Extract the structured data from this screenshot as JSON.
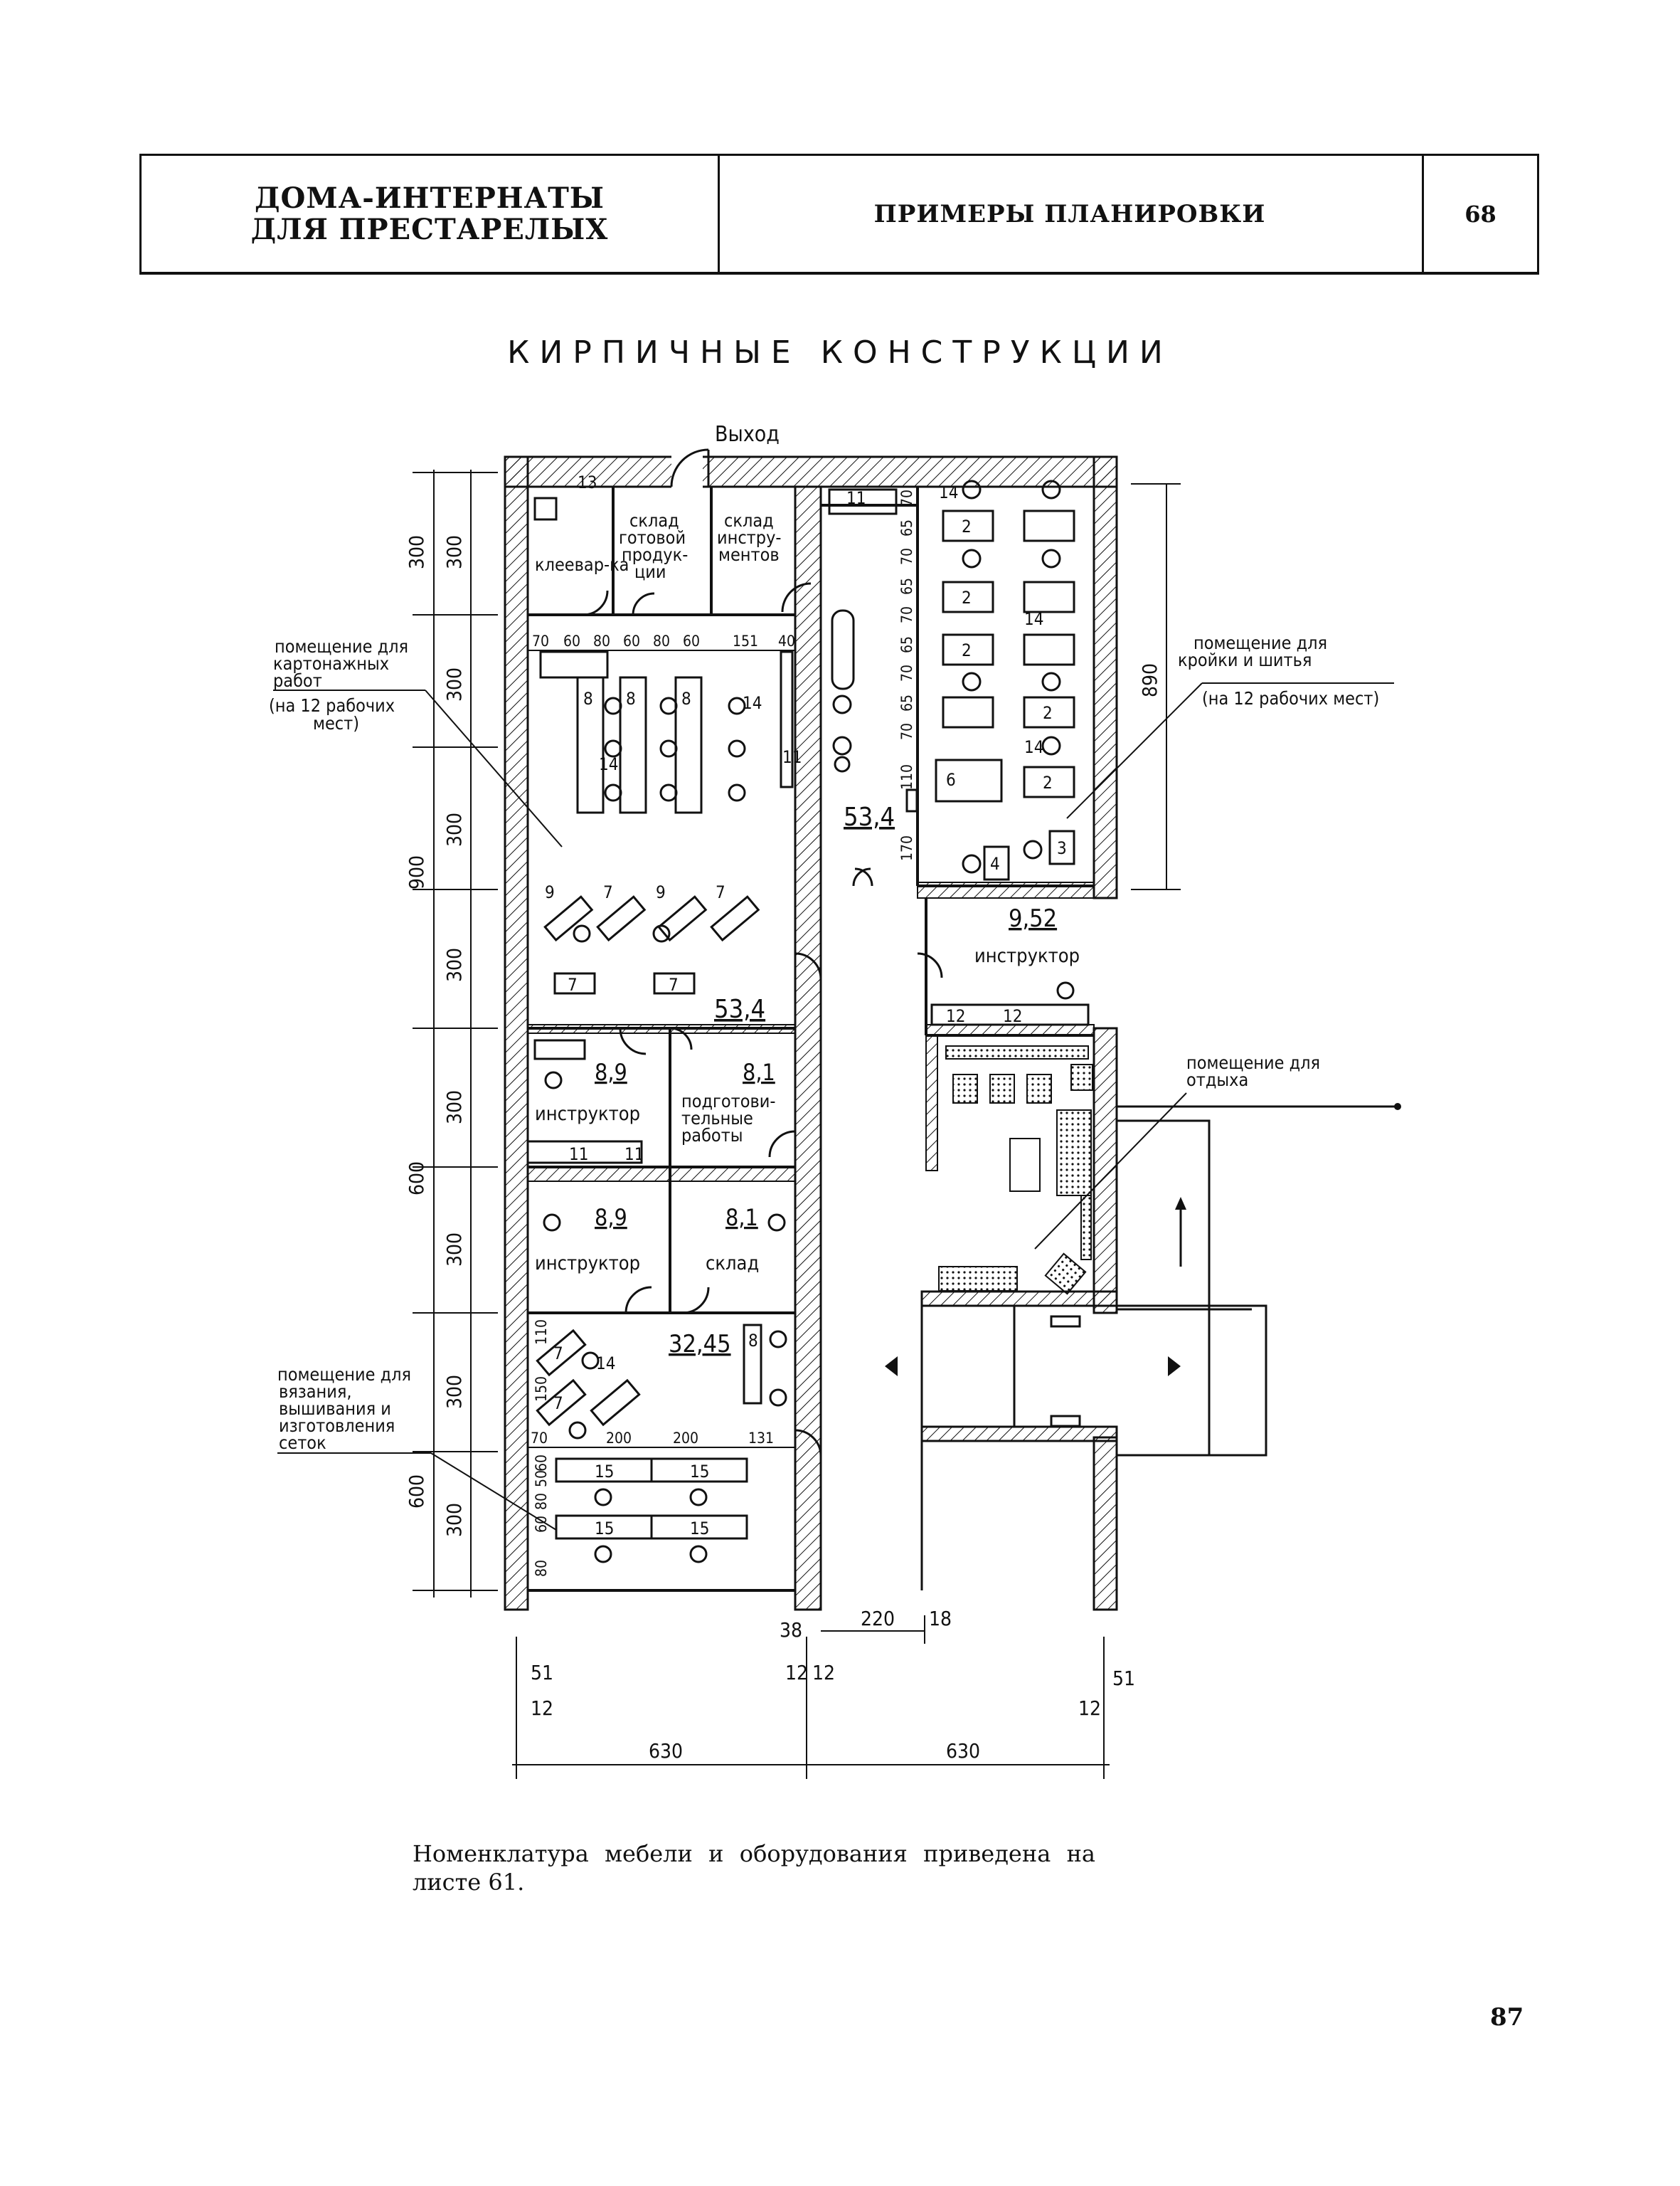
{
  "header": {
    "series_title_line1": "ДОМА-ИНТЕРНАТЫ",
    "series_title_line2": "ДЛЯ ПРЕСТАРЕЛЫХ",
    "section_title": "ПРИМЕРЫ ПЛАНИРОВКИ",
    "sheet_number": "68"
  },
  "plan_title": "КИРПИЧНЫЕ КОНСТРУКЦИИ",
  "exit_label": "Выход",
  "rooms": {
    "klevarka": "клеевар-ка",
    "sklad_gotovoy_1": "склад",
    "sklad_gotovoy_2": "готовой",
    "sklad_gotovoy_3": "продук-",
    "sklad_gotovoy_4": "ции",
    "sklad_instr_1": "склад",
    "sklad_instr_2": "инстру-",
    "sklad_instr_3": "ментов",
    "kartonazh_area": "53,4",
    "corridor_area": "53,4",
    "instr_top_right_area": "9,52",
    "instr_top_right_label": "инструктор",
    "instr_left1_area": "8,9",
    "instr_left1_label": "инструктор",
    "podgot_area": "8,1",
    "podgot_1": "подготови-",
    "podgot_2": "тельные",
    "podgot_3": "работы",
    "instr_left2_area": "8,9",
    "instr_left2_label": "инструктор",
    "sklad_area": "8,1",
    "sklad_label": "склад",
    "vyazanie_area": "32,45"
  },
  "callouts": {
    "kartonazh_1": "помещение для",
    "kartonazh_2": "картонажных",
    "kartonazh_3": "работ",
    "kartonazh_4": "(на 12 рабочих",
    "kartonazh_5": "мест)",
    "kroyka_1": "помещение для",
    "kroyka_2": "кройки и шитья",
    "kroyka_3": "(на 12 рабочих мест)",
    "otdykh_1": "помещение для",
    "otdykh_2": "отдыха",
    "vyaz_1": "помещение для",
    "vyaz_2": "вязания,",
    "vyaz_3": "вышивания и",
    "vyaz_4": "изготовления",
    "vyaz_5": "сеток"
  },
  "dims": {
    "d300": "300",
    "d900": "900",
    "d600": "600",
    "d890": "890",
    "d630": "630",
    "d220": "220",
    "d38": "38",
    "d18": "18",
    "d51": "51",
    "d12": "12",
    "d70": "70",
    "d60": "60",
    "d80": "80",
    "d151": "151",
    "d40": "40",
    "d65": "65",
    "d110": "110",
    "d170": "170",
    "d150": "150",
    "d200": "200",
    "d131": "131",
    "d50": "50"
  },
  "marks": {
    "m2": "2",
    "m3": "3",
    "m4": "4",
    "m6": "6",
    "m7": "7",
    "m8": "8",
    "m9": "9",
    "m11": "11",
    "m12": "12",
    "m13": "13",
    "m14": "14",
    "m15": "15"
  },
  "note_text": "Номенклатура мебели и оборудования приведена на листе 61.",
  "page_number": "87"
}
